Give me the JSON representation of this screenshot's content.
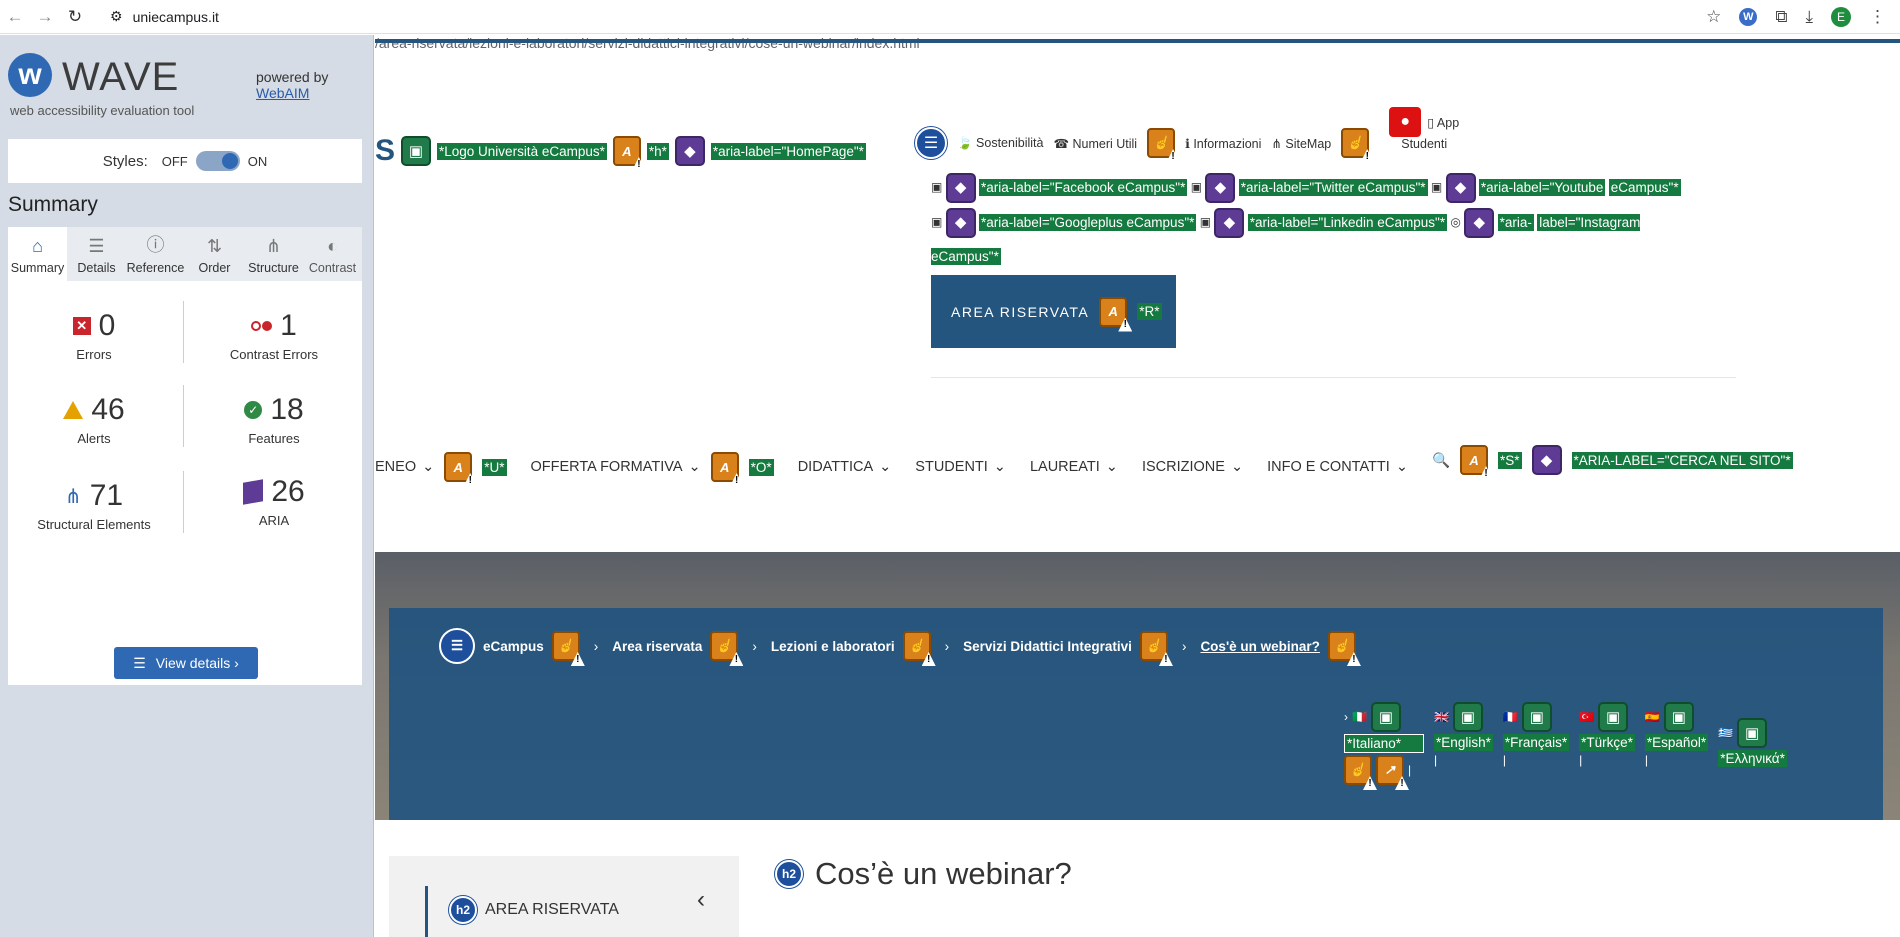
{
  "browser": {
    "url_site": "uniecampus.it",
    "url_path": "/area-riservata/lezioni-e-laboratori/servizi-didattici-integrativi/cose-un-webinar/index.html"
  },
  "wave": {
    "brand": "WAVE",
    "tagline": "web accessibility evaluation tool",
    "powered_by": "powered by",
    "webaim": "WebAIM",
    "styles_label": "Styles:",
    "styles_off": "OFF",
    "styles_on": "ON",
    "summary_title": "Summary",
    "tabs": [
      {
        "label": "Summary",
        "icon": "home-icon"
      },
      {
        "label": "Details",
        "icon": "list-icon"
      },
      {
        "label": "Reference",
        "icon": "info-icon"
      },
      {
        "label": "Order",
        "icon": "order-icon"
      },
      {
        "label": "Structure",
        "icon": "structure-icon"
      },
      {
        "label": "Contrast",
        "icon": "contrast-icon"
      }
    ],
    "stats": {
      "errors": {
        "value": "0",
        "label": "Errors"
      },
      "contrast": {
        "value": "1",
        "label": "Contrast Errors"
      },
      "alerts": {
        "value": "46",
        "label": "Alerts"
      },
      "features": {
        "value": "18",
        "label": "Features"
      },
      "structural": {
        "value": "71",
        "label": "Structural Elements"
      },
      "aria": {
        "value": "26",
        "label": "ARIA"
      }
    },
    "view_details": "View details ›"
  },
  "site": {
    "logo_alt": "*Logo Università eCampus*",
    "h_tag": "*h*",
    "home_aria": "*aria-label=\"HomePage\"*",
    "top_links": {
      "sostenibilita": "Sostenibilità",
      "numeri": "Numeri Utili",
      "informazioni": "Informazioni",
      "sitemap": "SiteMap",
      "studenti": "Studenti",
      "app": "App"
    },
    "social": {
      "facebook": "*aria-label=\"Facebook eCampus\"*",
      "twitter": "*aria-label=\"Twitter eCampus\"*",
      "youtube_a": "*aria-label=\"Youtube",
      "youtube_b": "eCampus\"*",
      "googleplus": "*aria-label=\"Googleplus eCampus\"*",
      "linkedin": "*aria-label=\"Linkedin eCampus\"*",
      "instagram_a": "*aria-",
      "instagram_b": "label=\"Instagram eCampus\"*"
    },
    "area_riservata": "AREA RISERVATA",
    "r_tag": "*R*",
    "nav": {
      "ateneo": "ENEO",
      "u_tag": "*U*",
      "offerta": "OFFERTA FORMATIVA",
      "o_tag": "*O*",
      "didattica": "DIDATTICA",
      "studenti": "STUDENTI",
      "laureati": "LAUREATI",
      "iscrizione": "ISCRIZIONE",
      "info": "INFO E CONTATTI",
      "s_tag": "*S*",
      "search_aria": "*ARIA-LABEL=\"CERCA NEL SITO\"*"
    },
    "breadcrumb": [
      "eCampus",
      "Area riservata",
      "Lezioni e laboratori",
      "Servizi Didattici Integrativi",
      "Cos'è un webinar?"
    ],
    "langs": {
      "it": "*Italiano*",
      "en": "*English*",
      "fr": "*Français*",
      "tr": "*Türkçe*",
      "es": "*Español*",
      "el": "*Ελληνικά*"
    },
    "side_title": "AREA RISERVATA",
    "page_title": "Cos’è un webinar?",
    "h2": "h2"
  }
}
